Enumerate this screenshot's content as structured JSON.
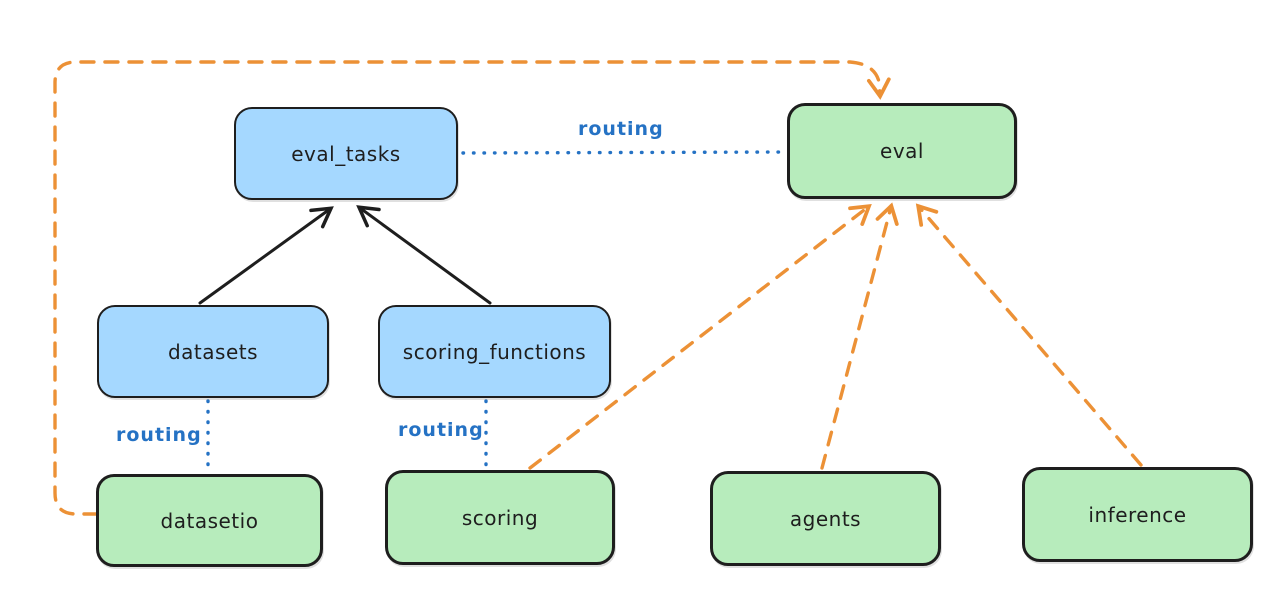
{
  "diagram": {
    "nodes": {
      "eval_tasks": {
        "label": "eval_tasks",
        "kind": "resource"
      },
      "eval": {
        "label": "eval",
        "kind": "api"
      },
      "datasets": {
        "label": "datasets",
        "kind": "resource"
      },
      "scoring_functions": {
        "label": "scoring_functions",
        "kind": "resource"
      },
      "datasetio": {
        "label": "datasetio",
        "kind": "api"
      },
      "scoring": {
        "label": "scoring",
        "kind": "api"
      },
      "agents": {
        "label": "agents",
        "kind": "api"
      },
      "inference": {
        "label": "inference",
        "kind": "api"
      }
    },
    "edges": [
      {
        "from": "datasets",
        "to": "eval_tasks",
        "type": "solid_arrow",
        "label": ""
      },
      {
        "from": "scoring_functions",
        "to": "eval_tasks",
        "type": "solid_arrow",
        "label": ""
      },
      {
        "from": "eval_tasks",
        "to": "eval",
        "type": "dotted_routing",
        "label": "routing"
      },
      {
        "from": "datasets",
        "to": "datasetio",
        "type": "dotted_routing",
        "label": "routing"
      },
      {
        "from": "scoring_functions",
        "to": "scoring",
        "type": "dotted_routing",
        "label": "routing"
      },
      {
        "from": "datasetio",
        "to": "eval",
        "type": "dashed_arrow",
        "label": ""
      },
      {
        "from": "scoring",
        "to": "eval",
        "type": "dashed_arrow",
        "label": ""
      },
      {
        "from": "agents",
        "to": "eval",
        "type": "dashed_arrow",
        "label": ""
      },
      {
        "from": "inference",
        "to": "eval",
        "type": "dashed_arrow",
        "label": ""
      }
    ],
    "colors": {
      "resource_fill": "#a5d8ff",
      "api_fill": "#b7ecbc",
      "stroke": "#1e1e1e",
      "routing_blue": "#2572c4",
      "dependency_orange": "#ec9136"
    }
  }
}
